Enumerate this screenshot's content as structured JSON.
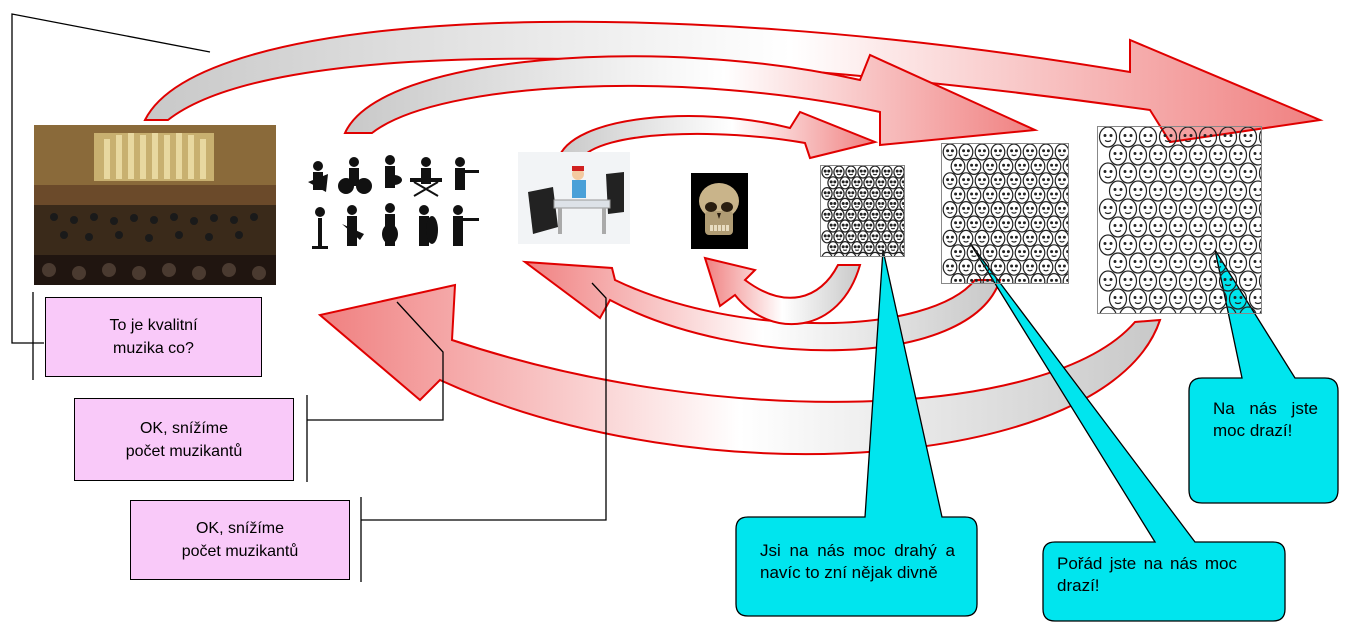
{
  "callouts": {
    "quality": {
      "line1": "To je kvalitní",
      "line2": "muzika co?"
    },
    "reduce1": {
      "line1": "OK, snížíme",
      "line2": "počet muzikantů"
    },
    "reduce2": {
      "line1": "OK, snížíme",
      "line2": "počet muzikantů"
    }
  },
  "bubbles": {
    "expensive_weird": "Jsi na nás moc drahý a navíc to zní nějak divně",
    "still_expensive": "Pořád jste na nás moc drazí!",
    "too_expensive": "Na nás jste moc drazí!"
  },
  "colors": {
    "arrow_outline": "#e00000",
    "arrow_fill_red": "#f08080",
    "arrow_fill_gray": "#c8c8c8",
    "callout_fill": "#f9c9f9",
    "bubble_fill": "#00e5ee"
  },
  "images": {
    "orchestra": "orchestra-photo",
    "band": "band-silhouettes",
    "keyboardist": "keyboard-player",
    "skull": "skull-photo",
    "crowd_small": "crowd-drawing-small",
    "crowd_medium": "crowd-drawing-medium",
    "crowd_large": "crowd-drawing-large"
  }
}
